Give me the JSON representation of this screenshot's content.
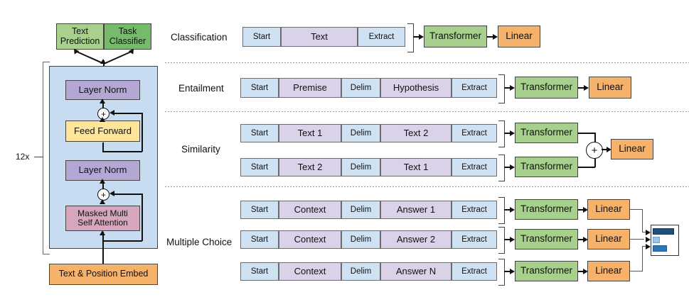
{
  "figure": {
    "title": "GPT transformer architecture and input transformations",
    "colors": {
      "text_prediction": "#a9d08e",
      "task_classifier": "#76bb6c",
      "block_container": "#c7dcf0",
      "layer_norm": "#b4a7d6",
      "feed_forward": "#ffe599",
      "attention": "#d5a6bd",
      "embed": "#f6b26b",
      "token_special": "#cfe2f3",
      "token_text": "#d9d2e9",
      "transformer": "#a8d08d",
      "linear": "#f6b26b",
      "bar_dark": "#1f4e79",
      "bar_mid": "#2e75b6",
      "bar_light": "#9dc3e6"
    }
  },
  "left_panel": {
    "heads": [
      {
        "label": "Text\nPrediction",
        "line1": "Text",
        "line2": "Prediction"
      },
      {
        "label": "Task\nClassifier",
        "line1": "Task",
        "line2": "Classifier"
      }
    ],
    "repeat_label": "12x",
    "blocks": [
      {
        "name": "layer-norm-top",
        "label": "Layer Norm"
      },
      {
        "name": "feed-forward",
        "label": "Feed Forward"
      },
      {
        "name": "layer-norm-bottom",
        "label": "Layer Norm"
      },
      {
        "name": "masked-attention",
        "line1": "Masked Multi",
        "line2": "Self Attention"
      }
    ],
    "embed": {
      "label": "Text & Position Embed"
    },
    "residual_symbol": "+"
  },
  "tasks": [
    {
      "name": "classification",
      "label": "Classification",
      "rows": [
        {
          "tokens": [
            {
              "label": "Start",
              "kind": "special",
              "width": 54
            },
            {
              "label": "Text",
              "kind": "text",
              "width": 90
            },
            {
              "label": "Extract",
              "kind": "special",
              "width": 60
            }
          ],
          "transformer": "Transformer",
          "linear": "Linear"
        }
      ]
    },
    {
      "name": "entailment",
      "label": "Entailment",
      "rows": [
        {
          "tokens": [
            {
              "label": "Start",
              "kind": "special",
              "width": 50
            },
            {
              "label": "Premise",
              "kind": "text",
              "width": 84
            },
            {
              "label": "Delim",
              "kind": "special",
              "width": 50
            },
            {
              "label": "Hypothesis",
              "kind": "text",
              "width": 96
            },
            {
              "label": "Extract",
              "kind": "special",
              "width": 56
            }
          ],
          "transformer": "Transformer",
          "linear": "Linear"
        }
      ]
    },
    {
      "name": "similarity",
      "label": "Similarity",
      "combine_symbol": "+",
      "rows": [
        {
          "tokens": [
            {
              "label": "Start",
              "kind": "special",
              "width": 50
            },
            {
              "label": "Text 1",
              "kind": "text",
              "width": 84
            },
            {
              "label": "Delim",
              "kind": "special",
              "width": 50
            },
            {
              "label": "Text 2",
              "kind": "text",
              "width": 96
            },
            {
              "label": "Extract",
              "kind": "special",
              "width": 56
            }
          ],
          "transformer": "Transformer"
        },
        {
          "tokens": [
            {
              "label": "Start",
              "kind": "special",
              "width": 50
            },
            {
              "label": "Text 2",
              "kind": "text",
              "width": 84
            },
            {
              "label": "Delim",
              "kind": "special",
              "width": 50
            },
            {
              "label": "Text 1",
              "kind": "text",
              "width": 96
            },
            {
              "label": "Extract",
              "kind": "special",
              "width": 56
            }
          ],
          "transformer": "Transformer"
        }
      ],
      "linear": "Linear"
    },
    {
      "name": "multiple-choice",
      "label": "Multiple Choice",
      "rows": [
        {
          "tokens": [
            {
              "label": "Start",
              "kind": "special",
              "width": 50
            },
            {
              "label": "Context",
              "kind": "text",
              "width": 84
            },
            {
              "label": "Delim",
              "kind": "special",
              "width": 50
            },
            {
              "label": "Answer 1",
              "kind": "text",
              "width": 96
            },
            {
              "label": "Extract",
              "kind": "special",
              "width": 56
            }
          ],
          "transformer": "Transformer",
          "linear": "Linear"
        },
        {
          "tokens": [
            {
              "label": "Start",
              "kind": "special",
              "width": 50
            },
            {
              "label": "Context",
              "kind": "text",
              "width": 84
            },
            {
              "label": "Delim",
              "kind": "special",
              "width": 50
            },
            {
              "label": "Answer 2",
              "kind": "text",
              "width": 96
            },
            {
              "label": "Extract",
              "kind": "special",
              "width": 56
            }
          ],
          "transformer": "Transformer",
          "linear": "Linear"
        },
        {
          "tokens": [
            {
              "label": "Start",
              "kind": "special",
              "width": 50
            },
            {
              "label": "Context",
              "kind": "text",
              "width": 84
            },
            {
              "label": "Delim",
              "kind": "special",
              "width": 50
            },
            {
              "label": "Answer N",
              "kind": "text",
              "width": 96
            },
            {
              "label": "Extract",
              "kind": "special",
              "width": 56
            }
          ],
          "transformer": "Transformer",
          "linear": "Linear"
        }
      ],
      "result_chart": {
        "type": "bar",
        "orientation": "horizontal",
        "bars": [
          {
            "value": 22,
            "color": "#1f4e79"
          },
          {
            "value": 6,
            "color": "#9dc3e6"
          },
          {
            "value": 14,
            "color": "#2e75b6"
          }
        ]
      }
    }
  ]
}
